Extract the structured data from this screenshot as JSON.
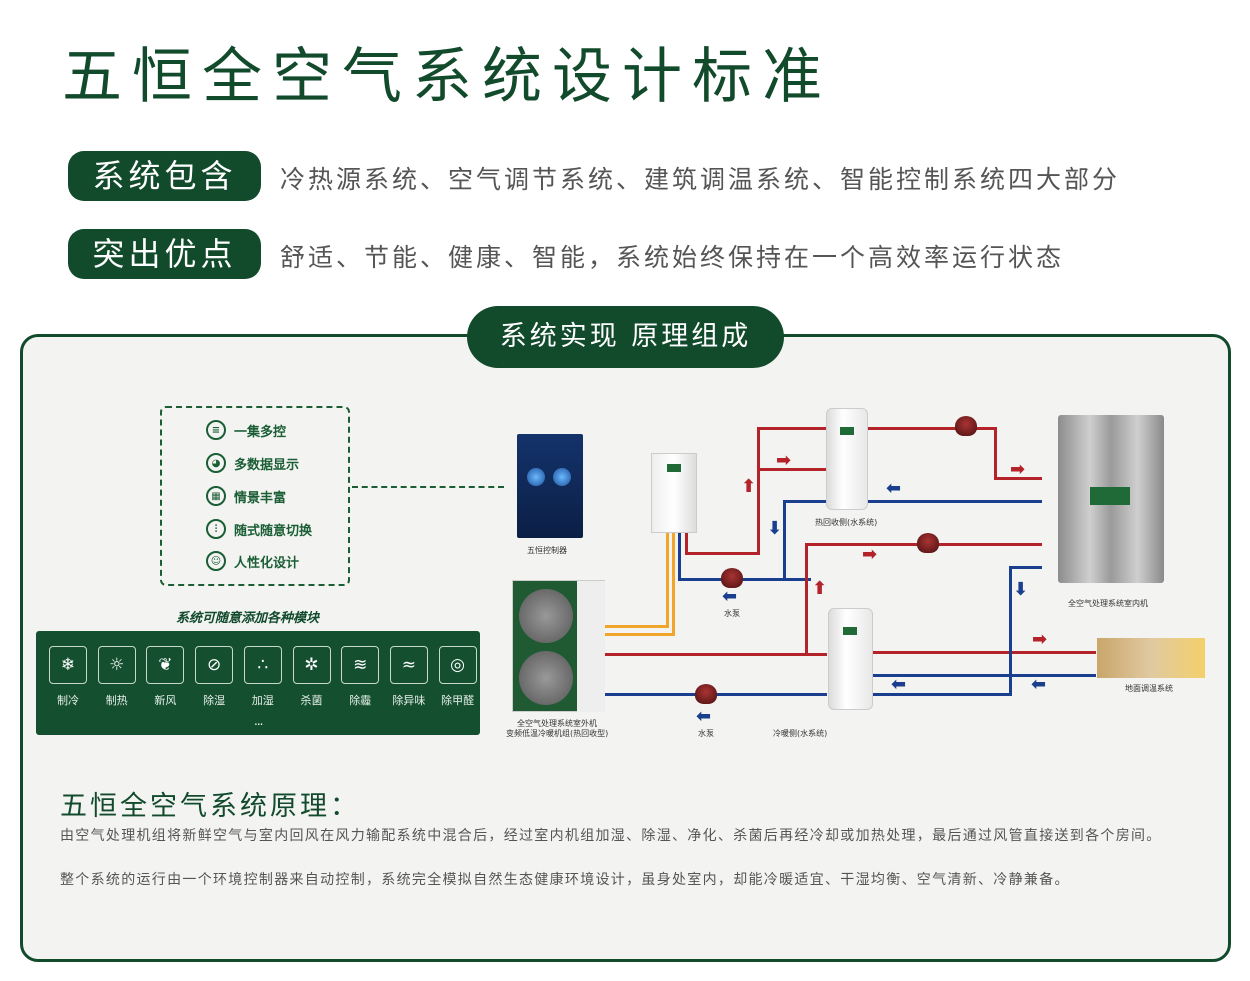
{
  "title": "五恒全空气系统设计标准",
  "rows": [
    {
      "label": "系统包含",
      "text": "冷热源系统、空气调节系统、建筑调温系统、智能控制系统四大部分"
    },
    {
      "label": "突出优点",
      "text": "舒适、节能、健康、智能，系统始终保持在一个高效率运行状态"
    }
  ],
  "panel_title": "系统实现  原理组成",
  "features": [
    {
      "icon": "layers-icon",
      "label": "一集多控"
    },
    {
      "icon": "pie-chart-icon",
      "label": "多数据显示"
    },
    {
      "icon": "scene-grid-icon",
      "label": "情景丰富"
    },
    {
      "icon": "sliders-icon",
      "label": "随式随意切换"
    },
    {
      "icon": "user-icon",
      "label": "人性化设计"
    }
  ],
  "modules_caption": "系统可随意添加各种模块",
  "modules": [
    {
      "icon": "snowflake-icon",
      "glyph": "❄",
      "label": "制冷"
    },
    {
      "icon": "sun-icon",
      "glyph": "☼",
      "label": "制热"
    },
    {
      "icon": "leaf-icon",
      "glyph": "❦",
      "label": "新风"
    },
    {
      "icon": "drop-slash-icon",
      "glyph": "⊘",
      "label": "除湿"
    },
    {
      "icon": "droplets-icon",
      "glyph": "∴",
      "label": "加湿"
    },
    {
      "icon": "virus-slash-icon",
      "glyph": "✲",
      "label": "杀菌"
    },
    {
      "icon": "haze-icon",
      "glyph": "≋",
      "label": "除霾"
    },
    {
      "icon": "odor-icon",
      "glyph": "≈",
      "label": "除异味"
    },
    {
      "icon": "formaldehyde-icon",
      "glyph": "◎",
      "label": "除甲醛"
    }
  ],
  "modules_more": "...",
  "diagram": {
    "controller": "五恒控制器",
    "heat_recovery": "热回收侧(水系统)",
    "indoor_unit": "全空气处理系统室内机",
    "pump1": "水泵",
    "pump2": "水泵",
    "outdoor_unit_1": "全空气处理系统室外机",
    "outdoor_unit_2": "变频低温冷暖机组(热回收型)",
    "cold_warm": "冷暖侧(水系统)",
    "floor": "地面调温系统"
  },
  "principle_title": "五恒全空气系统原理：",
  "principle_paragraphs": [
    "由空气处理机组将新鲜空气与室内回风在风力输配系统中混合后，经过室内机组加湿、除湿、净化、杀菌后再经冷却或加热处理，最后通过风管直接送到各个房间。",
    "整个系统的运行由一个环境控制器来自动控制，系统完全模拟自然生态健康环境设计，虽身处室内，却能冷暖适宜、干湿均衡、空气清新、冷静兼备。"
  ],
  "colors": {
    "brand": "#124a2c",
    "hot": "#b4232a",
    "cold": "#1a3f8f",
    "refrigerant": "#f1a52a"
  }
}
